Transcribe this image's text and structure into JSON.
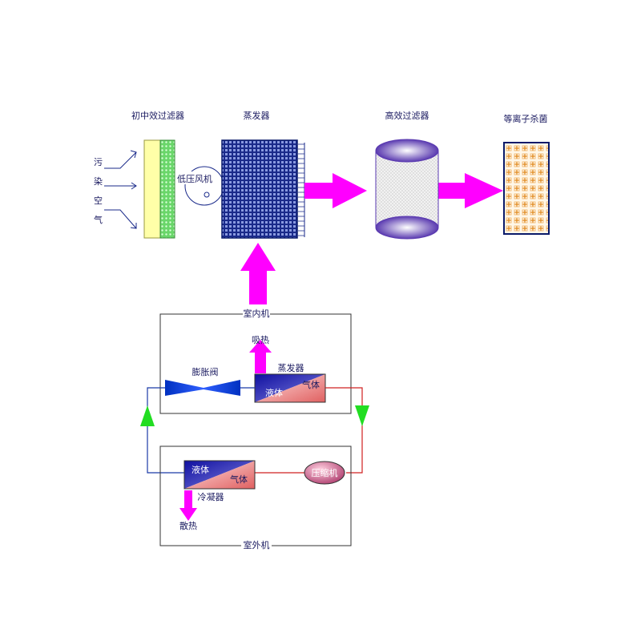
{
  "labels": {
    "primary_filter": "初中效过滤器",
    "evaporator_top": "蒸发器",
    "hepa_filter": "高效过滤器",
    "plasma": "等离子杀菌",
    "fan": "低压风机",
    "polluted_air": [
      "污",
      "染",
      "空",
      "气"
    ],
    "indoor_unit": "室内机",
    "absorb_heat": "吸热",
    "expansion_valve": "膨胀阀",
    "evaporator": "蒸发器",
    "evap_liquid": "液体",
    "evap_gas": "气体",
    "cond_liquid": "液体",
    "cond_gas": "气体",
    "condenser": "冷凝器",
    "compressor": "压缩机",
    "release_heat": "散热",
    "outdoor_unit": "室外机"
  },
  "colors": {
    "magenta_arrow": "#ff00ff",
    "green_arrow": "#22dd22",
    "pipe_blue": "#1a3aa8",
    "pipe_red": "#d02020",
    "text": "#1a1a60"
  }
}
